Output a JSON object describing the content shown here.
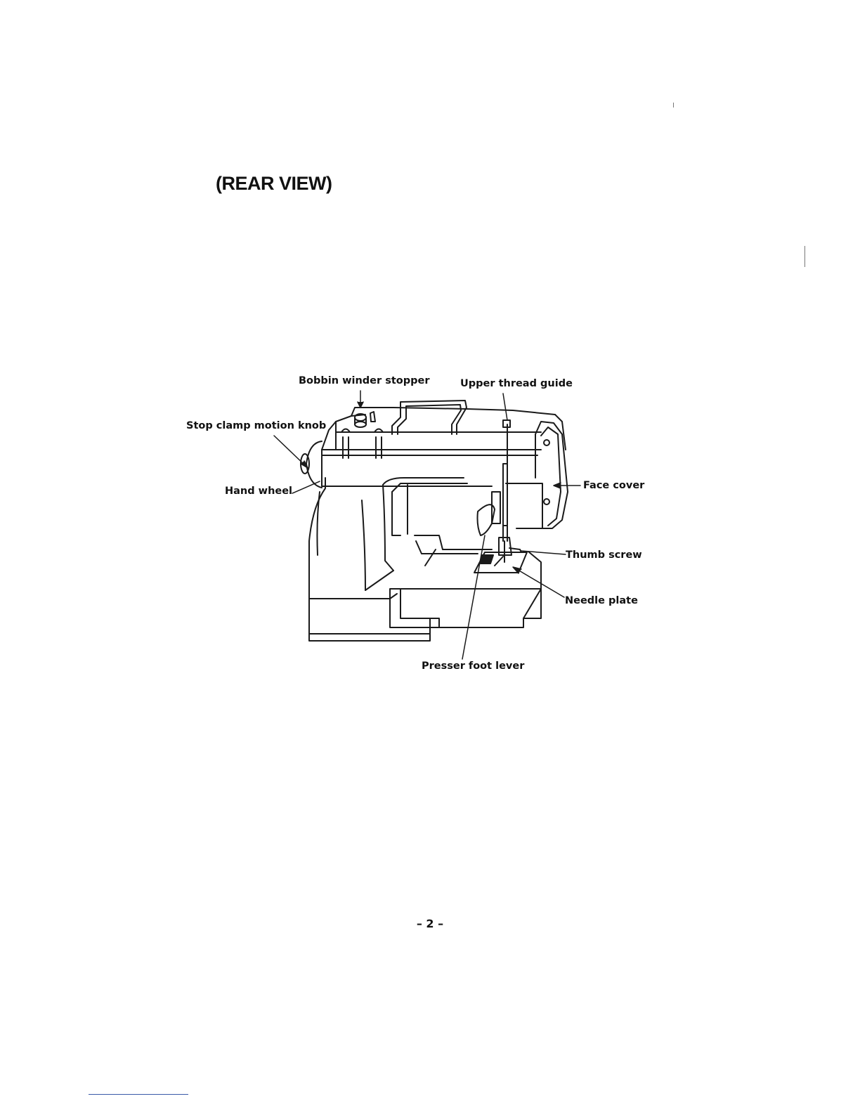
{
  "page": {
    "heading": "(REAR VIEW)",
    "page_number": "– 2 –"
  },
  "diagram": {
    "callouts": {
      "bobbin_winder_stopper": "Bobbin winder stopper",
      "upper_thread_guide": "Upper thread guide",
      "stop_clamp_motion_knob": "Stop clamp motion knob",
      "hand_wheel": "Hand wheel",
      "face_cover": "Face cover",
      "thumb_screw": "Thumb screw",
      "needle_plate": "Needle plate",
      "presser_foot_lever": "Presser foot lever"
    }
  }
}
